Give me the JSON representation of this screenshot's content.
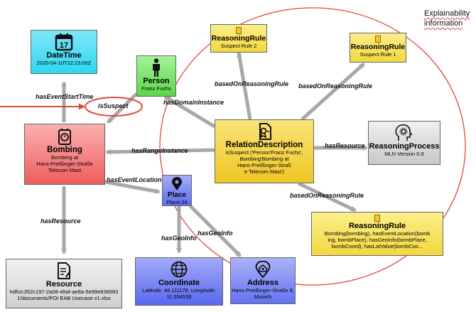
{
  "colors": {
    "datetime": "#2fd6f0",
    "person": "#6ee05a",
    "reasoning_rule": "#f7e04a",
    "relation": "#f3d035",
    "bombing": "#f06a6a",
    "place": "#6f7df2",
    "coordinate": "#5c6ef0",
    "address": "#6f7ff5",
    "resource": "#cfcfcf",
    "reasoning_process": "#cfcfcf",
    "edge": "#a8a8a8",
    "annotation": "#e0473a"
  },
  "annotation": {
    "title_line1": "Explainability",
    "title_line2": "information"
  },
  "nodes": {
    "datetime": {
      "title": "DateTime",
      "subtitle": "2020-04-10T22:23:00Z",
      "icon": "calendar-icon",
      "icon_text": "17"
    },
    "person": {
      "title": "Person",
      "subtitle": "Franz Fuchs",
      "icon": "person-icon"
    },
    "rule2": {
      "title": "ReasoningRule",
      "subtitle": "Suspect Rule 2",
      "icon": "rule-icon"
    },
    "rule1": {
      "title": "ReasoningRule",
      "subtitle": "Suspect Rule 1",
      "icon": "rule-icon"
    },
    "relation": {
      "title": "RelationDescription",
      "lines": [
        "isSuspect ('Person'Franz Fuchs',",
        "Bombing'Bombing at",
        "Hans-Preißinger-Straß",
        "e Telecom Mast')"
      ],
      "icon": "certificate-icon"
    },
    "bombing": {
      "title": "Bombing",
      "lines": [
        "Bombing at",
        "Hans-Preißinger-Straße",
        "Telecom Mast"
      ],
      "icon": "bomb-icon"
    },
    "process": {
      "title": "ReasoningProcess",
      "subtitle": "MLN Version 0.9",
      "icon": "brain-gear-icon"
    },
    "place": {
      "title": "Place",
      "subtitle": "Place-34",
      "icon": "map-pin-icon"
    },
    "rule3": {
      "title": "ReasoningRule",
      "lines": [
        "Bombing(bombing), hasEventLocation(bomb",
        "ing, bombPlace), hasGeoInfo(bombPlace,",
        "bombCoord), hasLatValue(bombCoo..."
      ],
      "icon": "rule-icon"
    },
    "resource": {
      "title": "Resource",
      "lines": [
        "hdfs/c352c197-2a08-48af-ae8a-5e99e838983",
        "1/documents/POI EAB Usecase v1.xlsx"
      ],
      "icon": "document-icon"
    },
    "coordinate": {
      "title": "Coordinate",
      "lines": [
        "Latitude: 48.111178, Longitude:",
        "11.554539"
      ],
      "icon": "globe-icon"
    },
    "address": {
      "title": "Address",
      "lines": [
        "Hans-Preißinger-Straße 8,",
        "Munich"
      ],
      "icon": "address-icon"
    }
  },
  "edges": {
    "hasEventStartTime": "hasEventStartTime",
    "isSuspect": "isSuspect",
    "hasDomainInstance": "hasDomainInstance",
    "basedOnReasoningRule_a": "basedOnReasoningRule",
    "basedOnReasoningRule_b": "basedOnReasoningRule",
    "basedOnReasoningRule_c": "basedOnReasoningRule",
    "hasRangeInstance": "hasRangeInstance",
    "hasResource_a": "hasResource",
    "hasResource_b": "hasResource",
    "hasEventLocation": "hasEventLocation",
    "hasGeoInfo_a": "hasGeoInfo",
    "hasGeoInfo_b": "hasGeoInfo"
  }
}
